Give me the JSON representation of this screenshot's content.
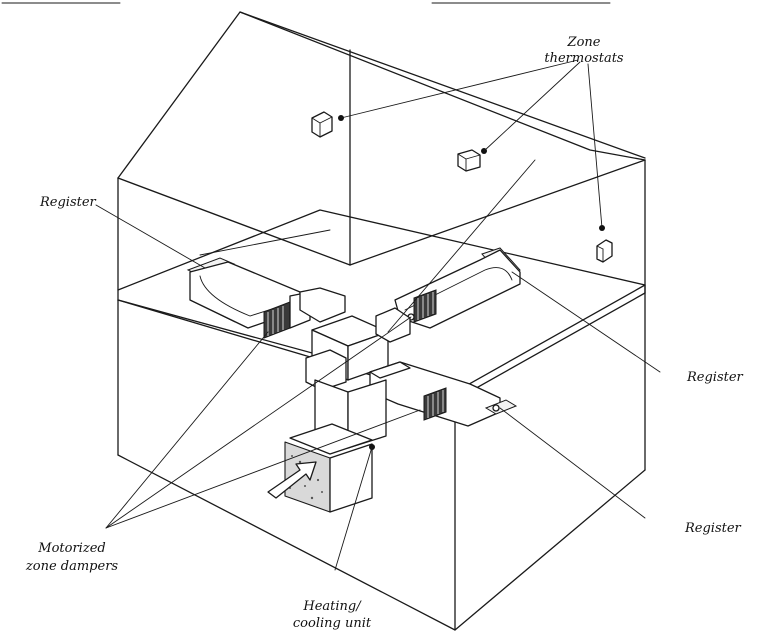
{
  "labels": {
    "zone_thermostats_line1": "Zone",
    "zone_thermostats_line2": "thermostats",
    "register_left": "Register",
    "register_right_upper": "Register",
    "register_right_lower": "Register",
    "dampers_line1": "Motorized",
    "dampers_line2": "zone dampers",
    "unit_line1": "Heating/",
    "unit_line2": "cooling unit"
  },
  "header_fragments": {
    "left": "(cut-off text)",
    "right": "(cut-off text)"
  },
  "colors": {
    "ink": "#1a1a1a",
    "background": "#ffffff",
    "shade": "#d9d9d9"
  }
}
